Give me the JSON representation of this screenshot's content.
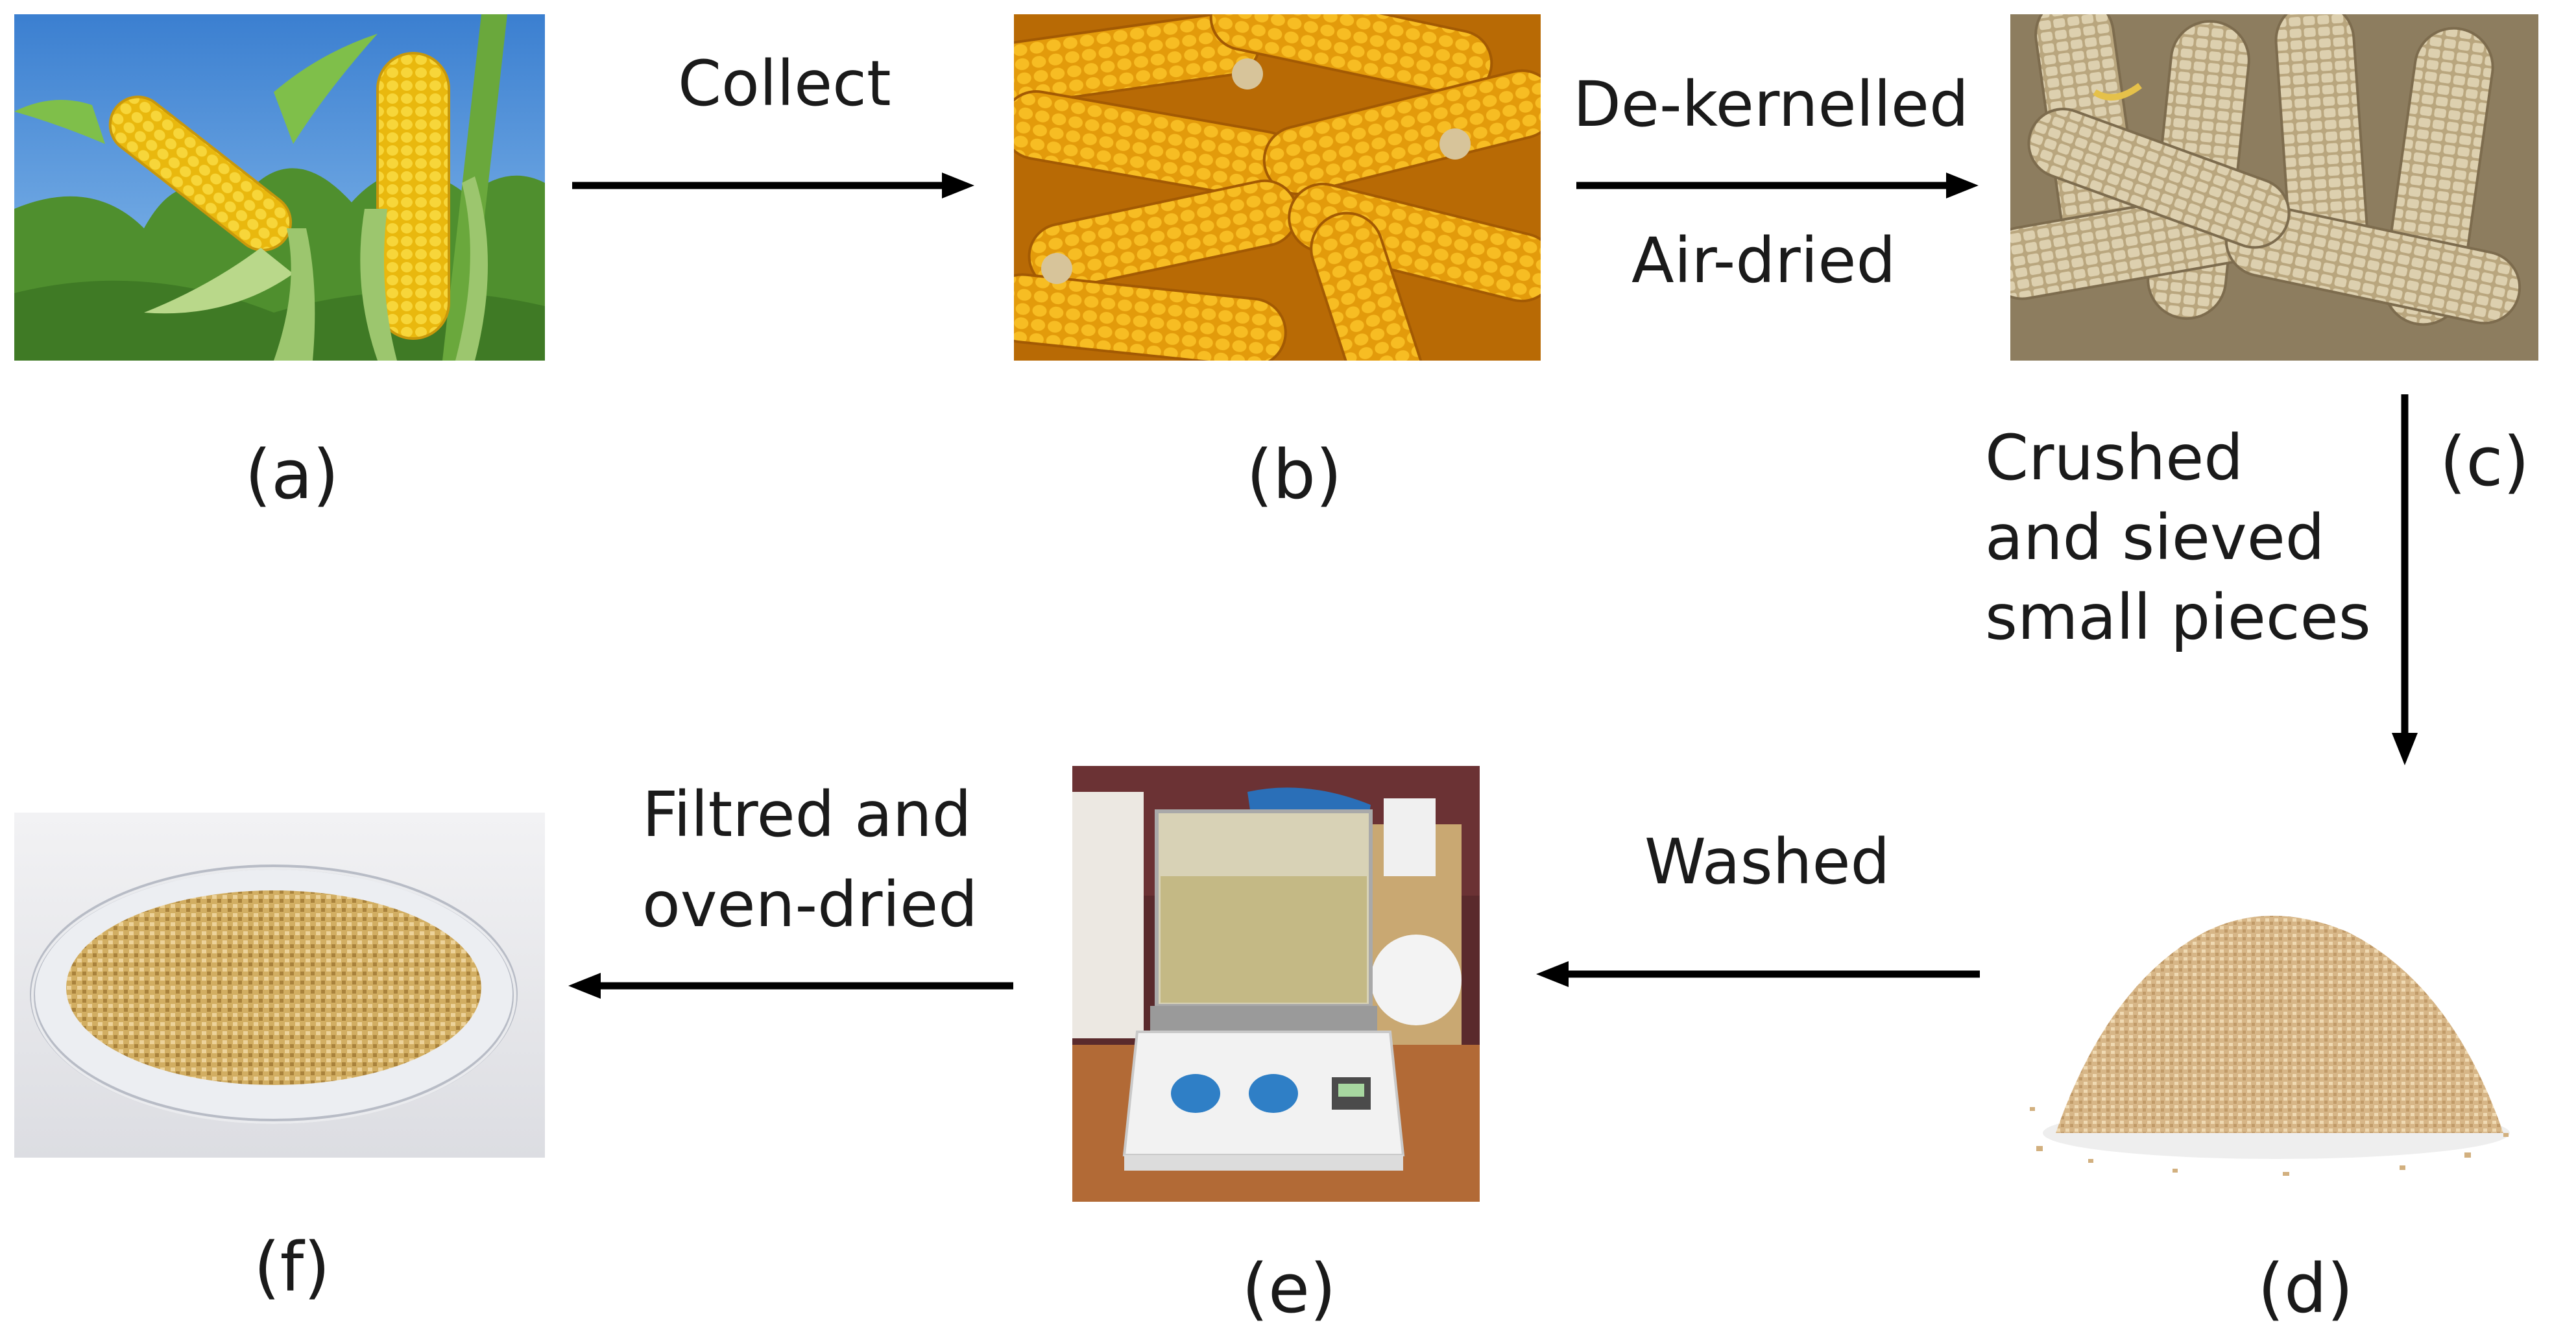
{
  "panels": {
    "a": {
      "label": "(a)"
    },
    "b": {
      "label": "(b)"
    },
    "c": {
      "label": "(c)"
    },
    "d": {
      "label": "(d)"
    },
    "e": {
      "label": "(e)"
    },
    "f": {
      "label": "(f)"
    }
  },
  "steps": {
    "collect": "Collect",
    "dekernelled": "De-kernelled",
    "airdried": "Air-dried",
    "crushed_1": "Crushed",
    "crushed_2": "and sieved",
    "crushed_3": "small pieces",
    "washed": "Washed",
    "filtred_1": "Filtred and",
    "filtred_2": "oven-dried"
  },
  "colors": {
    "arrow": "#000000",
    "corn_yellow": "#f2c418",
    "sky_blue": "#4d8fd6",
    "husk_green": "#6aa83c",
    "cob_beige": "#cdbd98",
    "powder": "#e0c79a",
    "background": "#ffffff"
  }
}
